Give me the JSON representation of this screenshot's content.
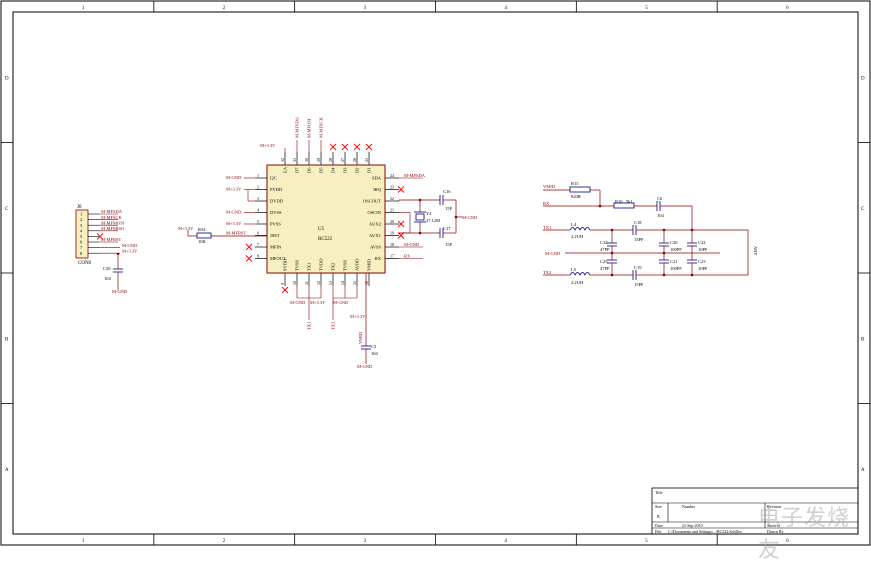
{
  "sheet": {
    "columns": [
      "1",
      "2",
      "3",
      "4",
      "5",
      "6"
    ],
    "rows": [
      "D",
      "C",
      "B",
      "A"
    ],
    "colors": {
      "border": "#000000",
      "wire": "#8b0000",
      "body": "#f6f0c0",
      "body_border": "#8b0000",
      "label": "#8b0000",
      "pin": "#000000",
      "cross": "#ff0000",
      "designator": "#000080"
    }
  },
  "ic": {
    "designator": "U5",
    "part": "RC522",
    "left_pins": [
      {
        "num": "1",
        "name": "I2C",
        "net": "M-GND"
      },
      {
        "num": "2",
        "name": "PVDD",
        "net": "M+3.3V"
      },
      {
        "num": "3",
        "name": "DVDD",
        "net": ""
      },
      {
        "num": "4",
        "name": "DVSS",
        "net": "M-GND"
      },
      {
        "num": "5",
        "name": "PVSS",
        "net": "M+3.3V"
      },
      {
        "num": "6",
        "name": "/RST",
        "net": "M-MFRST"
      },
      {
        "num": "7",
        "name": "MFIN",
        "net": ""
      },
      {
        "num": "8",
        "name": "MFOUT",
        "net": ""
      }
    ],
    "right_pins": [
      {
        "num": "24",
        "name": "SDA",
        "net": "M-MFSDA"
      },
      {
        "num": "23",
        "name": "IRQ",
        "net": ""
      },
      {
        "num": "22",
        "name": "OSCOUT",
        "net": ""
      },
      {
        "num": "21",
        "name": "OSCIN",
        "net": ""
      },
      {
        "num": "20",
        "name": "AUX2",
        "net": ""
      },
      {
        "num": "19",
        "name": "AUX1",
        "net": ""
      },
      {
        "num": "18",
        "name": "AVSS",
        "net": "M-GND"
      },
      {
        "num": "17",
        "name": "RX",
        "net": "RX"
      }
    ],
    "top_pins": [
      {
        "num": "32",
        "name": "EA",
        "net": "M+3.3V"
      },
      {
        "num": "31",
        "name": "D7",
        "net": "M-MFSDA"
      },
      {
        "num": "30",
        "name": "D6",
        "net": "M-MFOSI"
      },
      {
        "num": "29",
        "name": "D5",
        "net": "M-MFSCK"
      },
      {
        "num": "28",
        "name": "D4",
        "net": ""
      },
      {
        "num": "27",
        "name": "D3",
        "net": ""
      },
      {
        "num": "26",
        "name": "D2",
        "net": ""
      },
      {
        "num": "25",
        "name": "D1",
        "net": ""
      }
    ],
    "bottom_pins": [
      {
        "num": "9",
        "name": "SVDD",
        "net": ""
      },
      {
        "num": "10",
        "name": "TVSS",
        "net": "M-GND"
      },
      {
        "num": "11",
        "name": "TX1",
        "net": "TX1"
      },
      {
        "num": "12",
        "name": "TVDD",
        "net": "M+3.3V"
      },
      {
        "num": "13",
        "name": "TX2",
        "net": "TX2"
      },
      {
        "num": "14",
        "name": "TVSS",
        "net": "M-GND"
      },
      {
        "num": "15",
        "name": "AVDD",
        "net": "M+3.3V"
      },
      {
        "num": "16",
        "name": "VMID",
        "net": "VMID"
      }
    ]
  },
  "connector": {
    "designator": "J8",
    "part": "CON8",
    "pins": [
      {
        "num": "1",
        "net": "M-MFSDA"
      },
      {
        "num": "2",
        "net": "M-MFSCK"
      },
      {
        "num": "3",
        "net": "M-MFMOSI"
      },
      {
        "num": "4",
        "net": "M-MFMISO"
      },
      {
        "num": "5",
        "net": ""
      },
      {
        "num": "6",
        "net": "M-MFRST"
      },
      {
        "num": "7",
        "net": "M-GND"
      },
      {
        "num": "8",
        "net": "M+3.3V"
      }
    ],
    "cap": {
      "designator": "C20",
      "value": "104"
    },
    "gnd": "M-GND"
  },
  "resistor_r34": {
    "designator": "R34",
    "value": "10K",
    "supply": "M+3.3V"
  },
  "crystal": {
    "designator": "Y2",
    "value": "27.12M",
    "c16": {
      "designator": "C16",
      "value": "15P"
    },
    "c17": {
      "designator": "C17",
      "value": "15P"
    },
    "gnd": "M-GND"
  },
  "vmid_cap": {
    "designator": "C5",
    "value": "104",
    "net": "VMID",
    "gnd": "M-GND"
  },
  "bottom_labels": {
    "tx1": "TX1",
    "tx2": "TX2",
    "gnd": "M-GND",
    "vcc": "M+3.3V"
  },
  "matching": {
    "nets": {
      "vmid": "VMID",
      "rx": "RX",
      "tx1": "TX1",
      "tx2": "TX2",
      "gnd": "M-GND",
      "ant": "ANT"
    },
    "r15": {
      "designator": "R15",
      "value": "820R"
    },
    "r16": {
      "designator": "R16",
      "value": "5k1"
    },
    "c6": {
      "designator": "C6",
      "value": "104"
    },
    "l4": {
      "designator": "L4",
      "value": "2.2UH"
    },
    "l5": {
      "designator": "L5",
      "value": "2.2UH"
    },
    "c18": {
      "designator": "C18",
      "value": "15PF"
    },
    "c19": {
      "designator": "C19",
      "value": "15PF"
    },
    "c24": {
      "designator": "C24",
      "value": "47PF"
    },
    "c25": {
      "designator": "C25",
      "value": "47PF"
    },
    "c20b": {
      "designator": "C20",
      "value": "100PF"
    },
    "c21": {
      "designator": "C21",
      "value": "100PF"
    },
    "c22": {
      "designator": "C22",
      "value": "10PF"
    },
    "c23": {
      "designator": "C23",
      "value": "10PF"
    }
  },
  "title_block": {
    "title_label": "Title",
    "size_label": "Size",
    "size_value": "B",
    "number_label": "Number",
    "revision_label": "Revision",
    "date_label": "Date",
    "date_value": "21-Sep-2010",
    "file_label": "File",
    "file_value": "C:\\Documents and Settings\\...\\RC522.SchDoc",
    "sheet_label": "Sheet of",
    "drawn_label": "Drawn By"
  },
  "watermark": "电子发烧友"
}
